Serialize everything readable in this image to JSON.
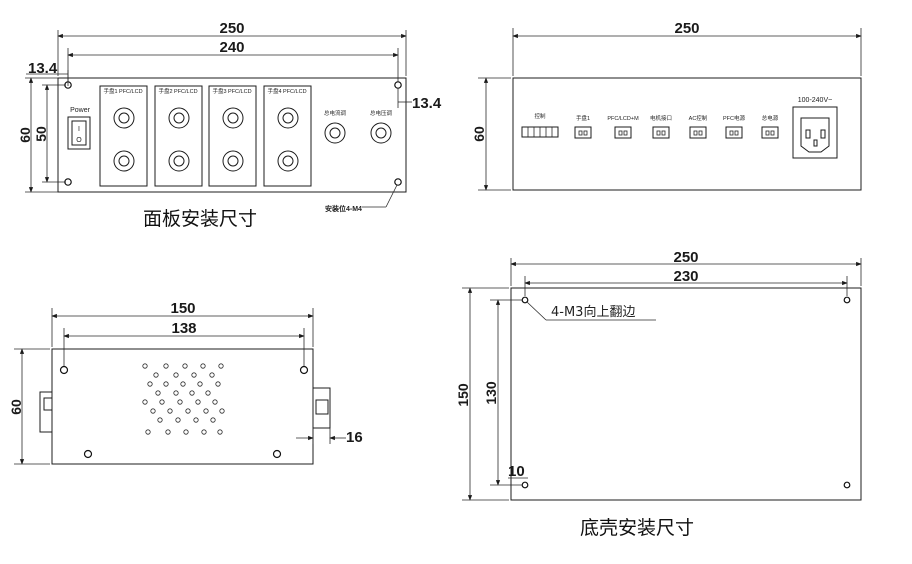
{
  "panel_view": {
    "caption": "面板安装尺寸",
    "dim_width_outer": "250",
    "dim_width_inner": "240",
    "dim_height_outer": "60",
    "dim_height_inner": "50",
    "dim_offset_left": "13.4",
    "dim_offset_right": "13.4",
    "mount_hole_label": "安装位4-M4",
    "power_label": "Power",
    "switch_on": "I",
    "switch_off": "O",
    "knob_groups": [
      "手盘1 PFC/LCD",
      "手盘2 PFC/LCD",
      "手盘3 PFC/LCD",
      "手盘4 PFC/LCD"
    ],
    "single_knobs": [
      "总电流调",
      "总电压调"
    ]
  },
  "rear_view": {
    "dim_width": "250",
    "dim_height": "60",
    "connectors": [
      "控制",
      "手盘1",
      "PFC/LCD+M",
      "电机接口",
      "AC控制",
      "PFC电源",
      "总电源"
    ],
    "ac_inlet_label": "100-240V~"
  },
  "side_view": {
    "dim_width_outer": "150",
    "dim_width_inner": "138",
    "dim_height": "60",
    "dim_depth": "16"
  },
  "bottom_view": {
    "caption": "底壳安装尺寸",
    "dim_width_outer": "250",
    "dim_width_inner": "230",
    "dim_height_outer": "150",
    "dim_height_inner": "130",
    "dim_offset": "10",
    "hole_note": "4-M3向上翻边"
  }
}
